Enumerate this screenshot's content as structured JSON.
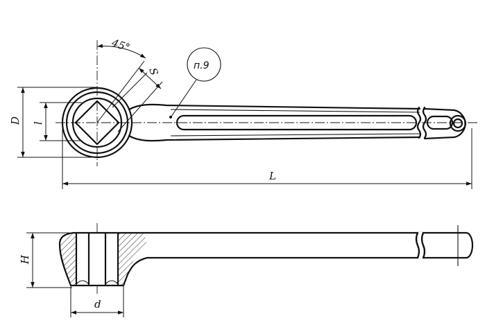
{
  "labels": {
    "angle": "45°",
    "across_flats": "S",
    "note": "п.9",
    "outer_diameter": "D",
    "inner_size": "l",
    "total_length": "L",
    "head_height": "H",
    "bore_diameter": "d"
  }
}
